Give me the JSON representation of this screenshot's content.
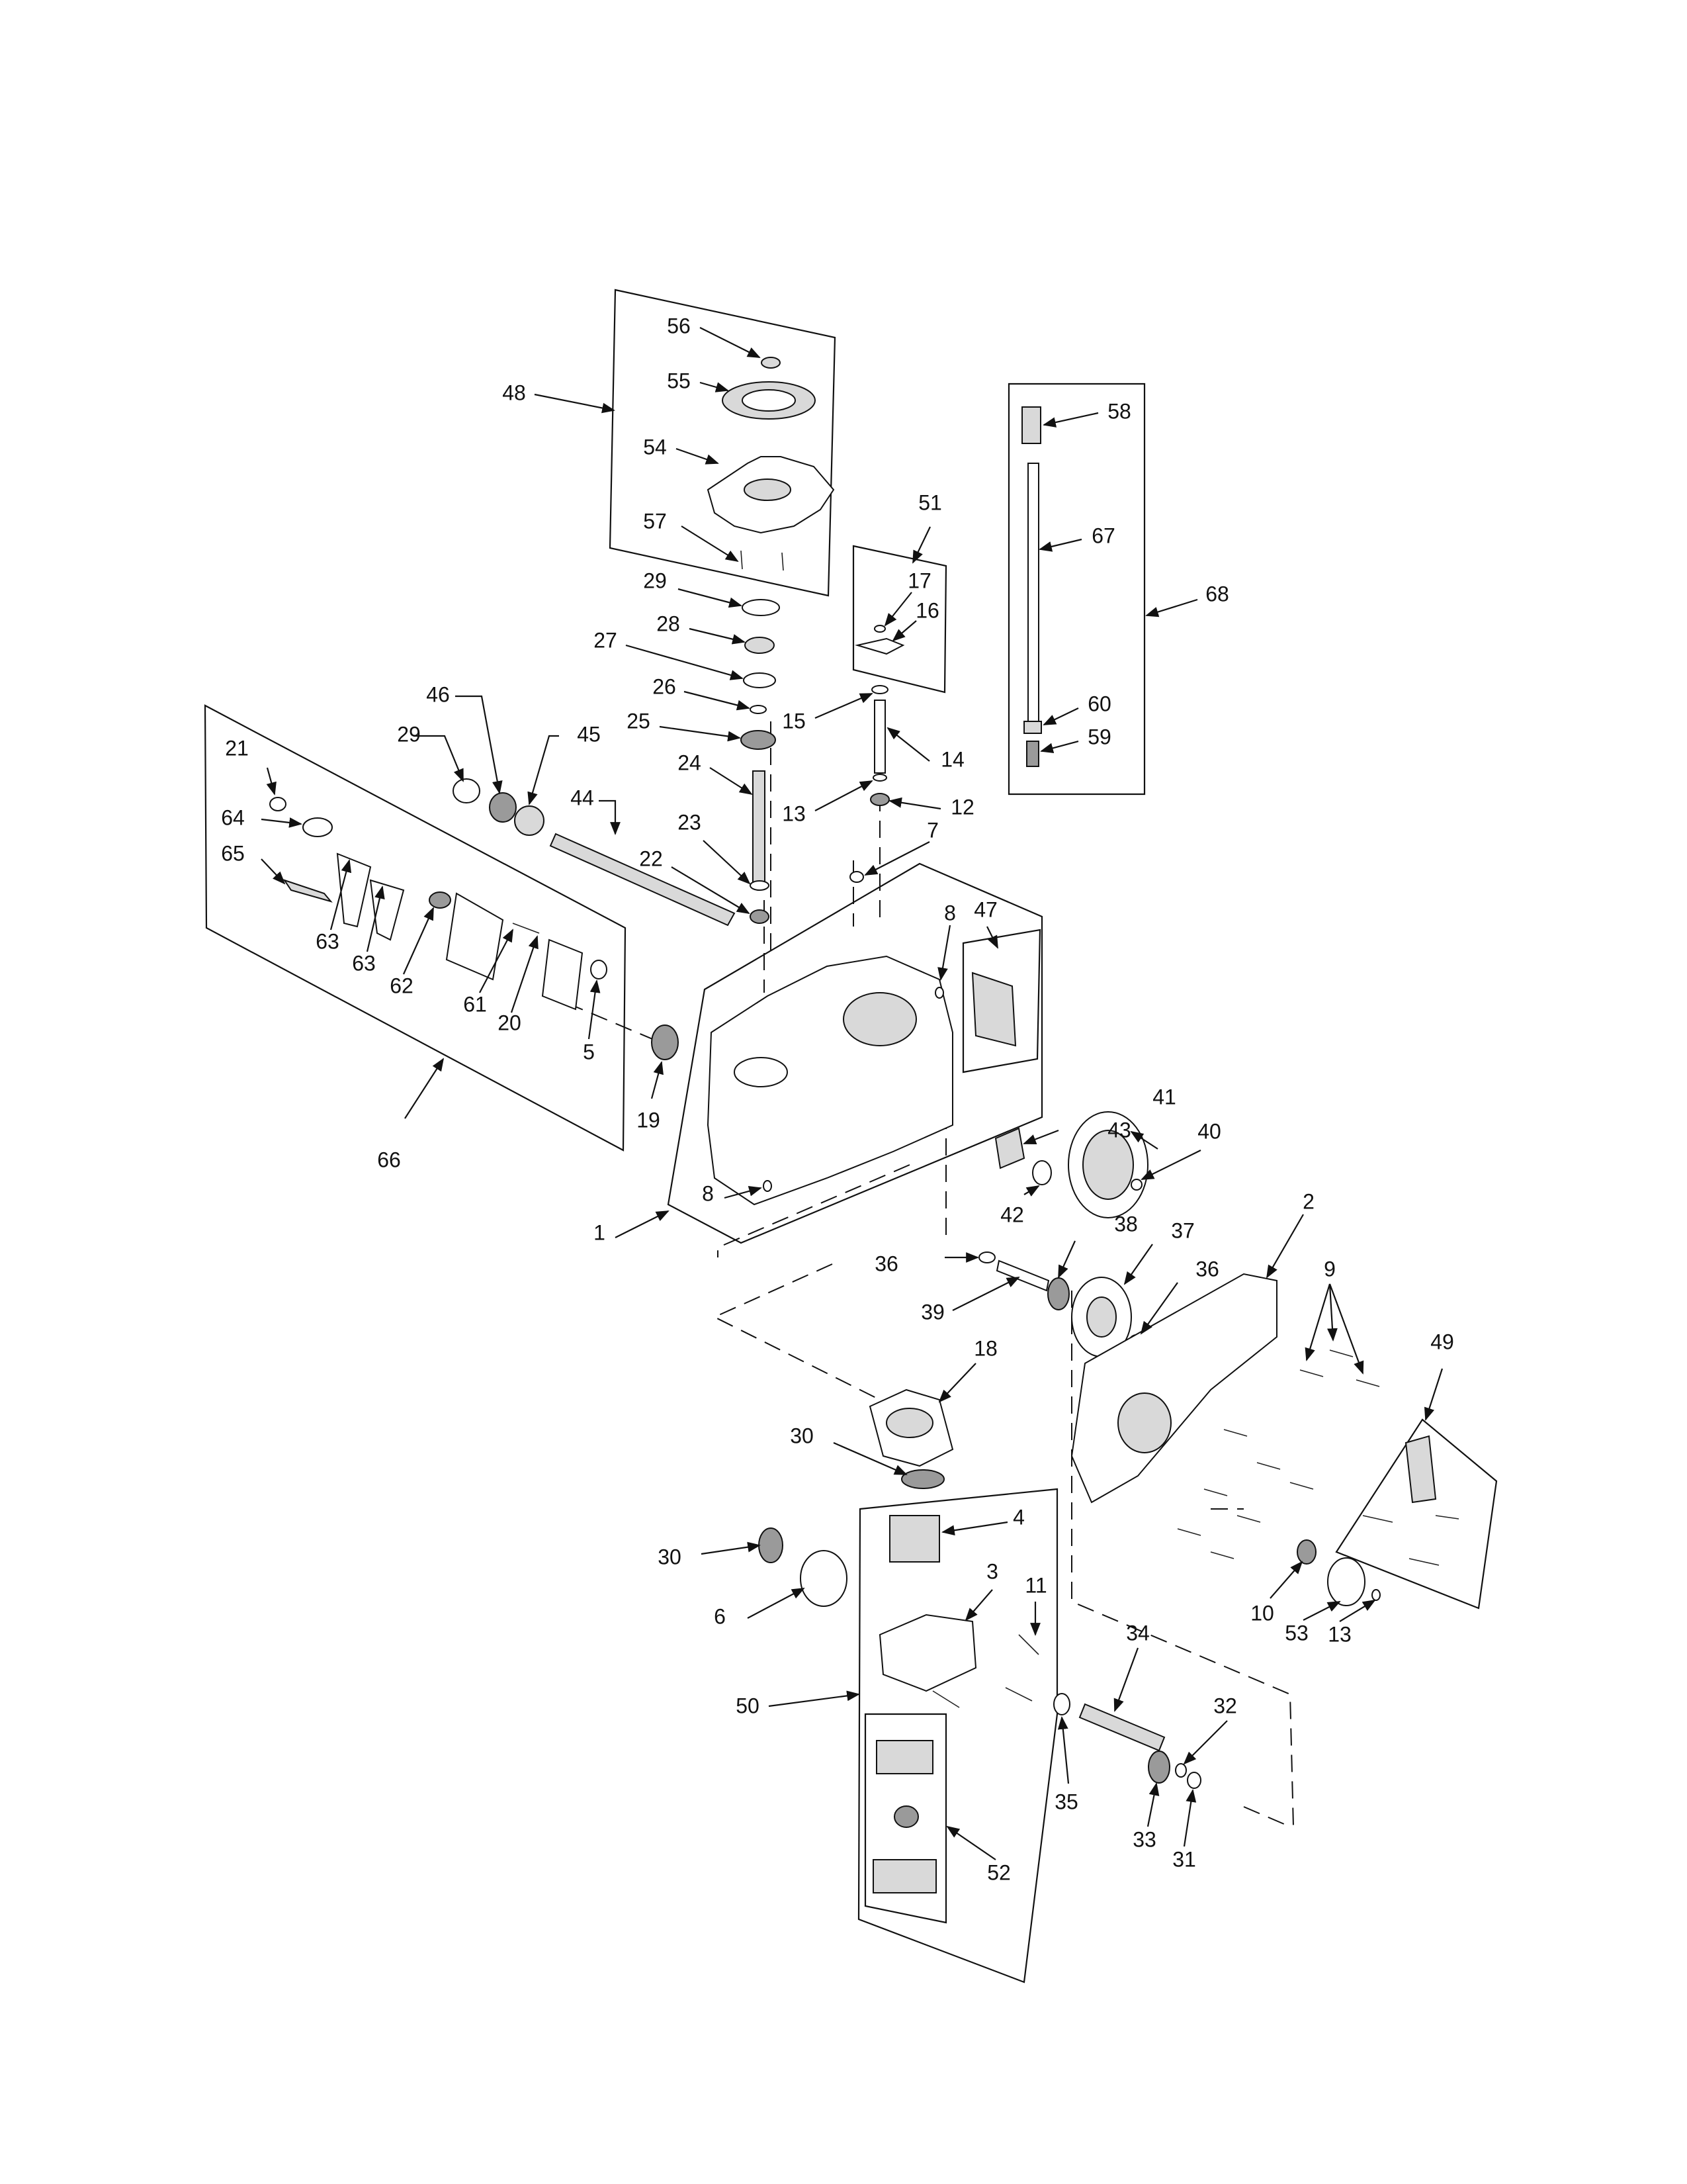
{
  "diagram": {
    "callouts": [
      {
        "id": "c1",
        "label": "1"
      },
      {
        "id": "c2",
        "label": "2"
      },
      {
        "id": "c3",
        "label": "3"
      },
      {
        "id": "c4",
        "label": "4"
      },
      {
        "id": "c5",
        "label": "5"
      },
      {
        "id": "c6",
        "label": "6"
      },
      {
        "id": "c7",
        "label": "7"
      },
      {
        "id": "c8a",
        "label": "8"
      },
      {
        "id": "c8b",
        "label": "8"
      },
      {
        "id": "c9",
        "label": "9"
      },
      {
        "id": "c10",
        "label": "10"
      },
      {
        "id": "c11",
        "label": "11"
      },
      {
        "id": "c12",
        "label": "12"
      },
      {
        "id": "c13a",
        "label": "13"
      },
      {
        "id": "c13b",
        "label": "13"
      },
      {
        "id": "c14",
        "label": "14"
      },
      {
        "id": "c15",
        "label": "15"
      },
      {
        "id": "c16",
        "label": "16"
      },
      {
        "id": "c17",
        "label": "17"
      },
      {
        "id": "c18",
        "label": "18"
      },
      {
        "id": "c19",
        "label": "19"
      },
      {
        "id": "c20",
        "label": "20"
      },
      {
        "id": "c21",
        "label": "21"
      },
      {
        "id": "c22",
        "label": "22"
      },
      {
        "id": "c23",
        "label": "23"
      },
      {
        "id": "c24",
        "label": "24"
      },
      {
        "id": "c25",
        "label": "25"
      },
      {
        "id": "c26",
        "label": "26"
      },
      {
        "id": "c27",
        "label": "27"
      },
      {
        "id": "c28",
        "label": "28"
      },
      {
        "id": "c29a",
        "label": "29"
      },
      {
        "id": "c29b",
        "label": "29"
      },
      {
        "id": "c30a",
        "label": "30"
      },
      {
        "id": "c30b",
        "label": "30"
      },
      {
        "id": "c31",
        "label": "31"
      },
      {
        "id": "c32",
        "label": "32"
      },
      {
        "id": "c33",
        "label": "33"
      },
      {
        "id": "c34",
        "label": "34"
      },
      {
        "id": "c35",
        "label": "35"
      },
      {
        "id": "c36a",
        "label": "36"
      },
      {
        "id": "c36b",
        "label": "36"
      },
      {
        "id": "c37",
        "label": "37"
      },
      {
        "id": "c38",
        "label": "38"
      },
      {
        "id": "c39",
        "label": "39"
      },
      {
        "id": "c40",
        "label": "40"
      },
      {
        "id": "c41",
        "label": "41"
      },
      {
        "id": "c42",
        "label": "42"
      },
      {
        "id": "c43",
        "label": "43"
      },
      {
        "id": "c44",
        "label": "44"
      },
      {
        "id": "c45",
        "label": "45"
      },
      {
        "id": "c46",
        "label": "46"
      },
      {
        "id": "c47",
        "label": "47"
      },
      {
        "id": "c48",
        "label": "48"
      },
      {
        "id": "c49",
        "label": "49"
      },
      {
        "id": "c50",
        "label": "50"
      },
      {
        "id": "c51",
        "label": "51"
      },
      {
        "id": "c52",
        "label": "52"
      },
      {
        "id": "c53",
        "label": "53"
      },
      {
        "id": "c54",
        "label": "54"
      },
      {
        "id": "c55",
        "label": "55"
      },
      {
        "id": "c56",
        "label": "56"
      },
      {
        "id": "c57",
        "label": "57"
      },
      {
        "id": "c58",
        "label": "58"
      },
      {
        "id": "c59",
        "label": "59"
      },
      {
        "id": "c60",
        "label": "60"
      },
      {
        "id": "c61",
        "label": "61"
      },
      {
        "id": "c62",
        "label": "62"
      },
      {
        "id": "c63a",
        "label": "63"
      },
      {
        "id": "c63b",
        "label": "63"
      },
      {
        "id": "c64",
        "label": "64"
      },
      {
        "id": "c65",
        "label": "65"
      },
      {
        "id": "c66",
        "label": "66"
      },
      {
        "id": "c67",
        "label": "67"
      },
      {
        "id": "c68",
        "label": "68"
      }
    ]
  }
}
